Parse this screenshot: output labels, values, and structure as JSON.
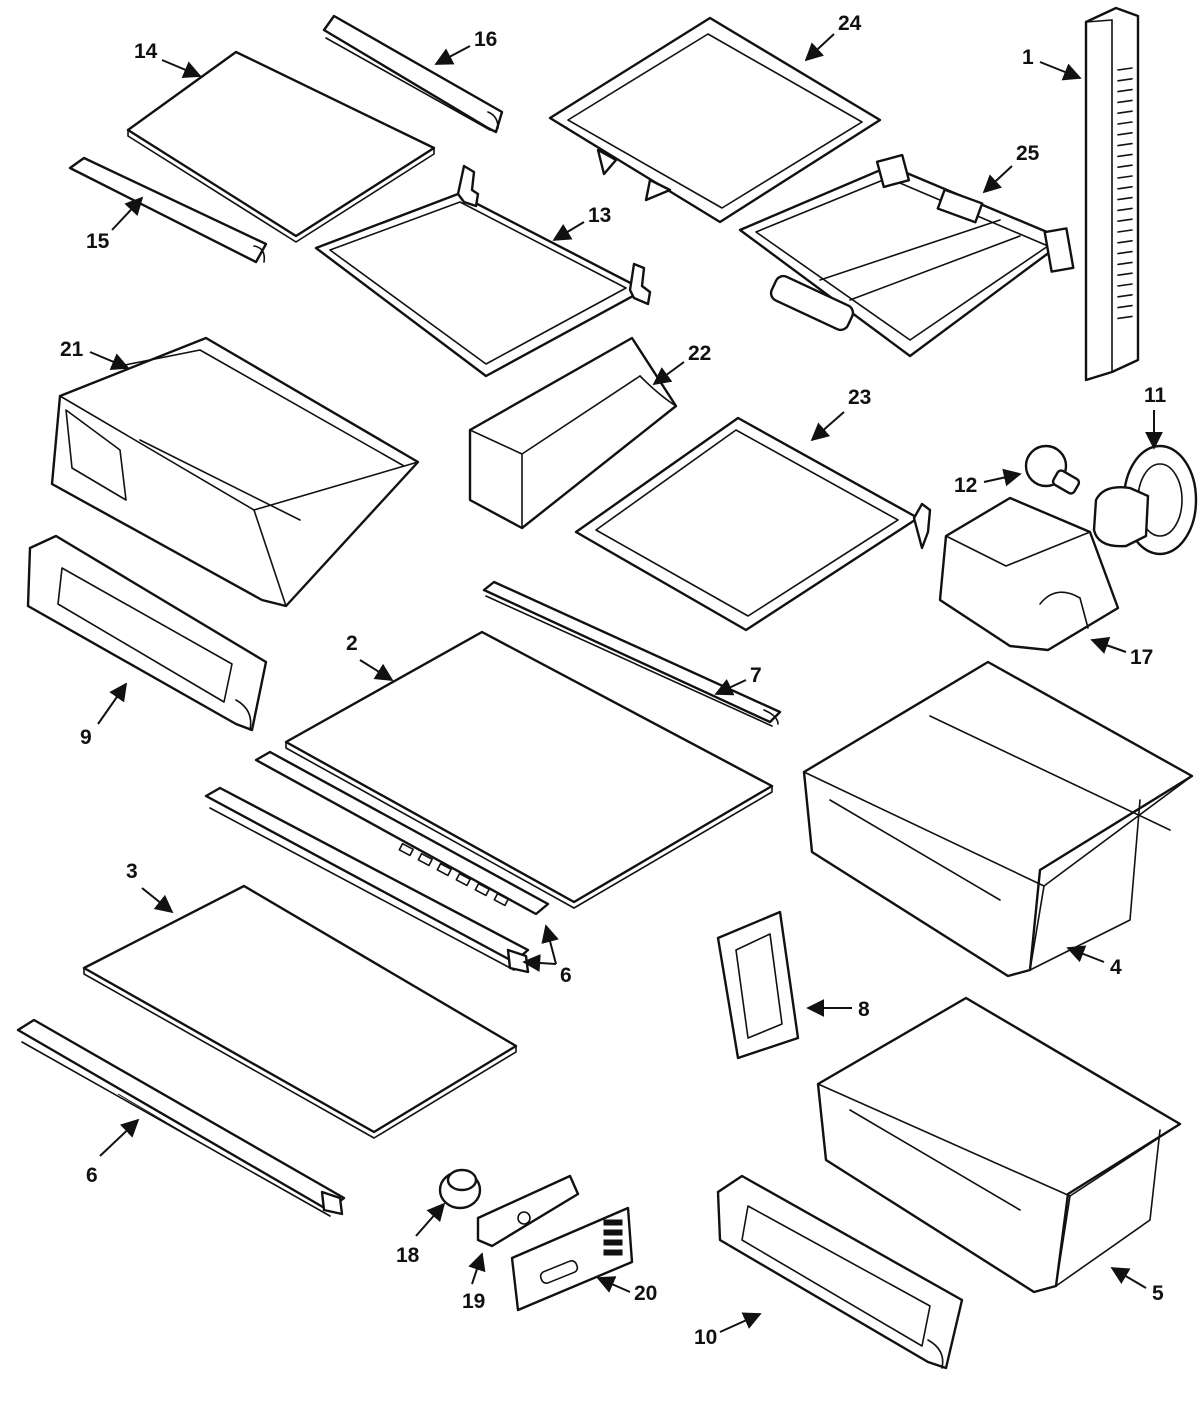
{
  "diagram": {
    "callouts": [
      {
        "id": "1",
        "label": "1"
      },
      {
        "id": "2",
        "label": "2"
      },
      {
        "id": "3",
        "label": "3"
      },
      {
        "id": "4",
        "label": "4"
      },
      {
        "id": "5",
        "label": "5"
      },
      {
        "id": "6a",
        "label": "6"
      },
      {
        "id": "6b",
        "label": "6"
      },
      {
        "id": "7",
        "label": "7"
      },
      {
        "id": "8",
        "label": "8"
      },
      {
        "id": "9",
        "label": "9"
      },
      {
        "id": "10",
        "label": "10"
      },
      {
        "id": "11",
        "label": "11"
      },
      {
        "id": "12",
        "label": "12"
      },
      {
        "id": "13",
        "label": "13"
      },
      {
        "id": "14",
        "label": "14"
      },
      {
        "id": "15",
        "label": "15"
      },
      {
        "id": "16",
        "label": "16"
      },
      {
        "id": "17",
        "label": "17"
      },
      {
        "id": "18",
        "label": "18"
      },
      {
        "id": "19",
        "label": "19"
      },
      {
        "id": "20",
        "label": "20"
      },
      {
        "id": "21",
        "label": "21"
      },
      {
        "id": "22",
        "label": "22"
      },
      {
        "id": "23",
        "label": "23"
      },
      {
        "id": "24",
        "label": "24"
      },
      {
        "id": "25",
        "label": "25"
      }
    ]
  }
}
